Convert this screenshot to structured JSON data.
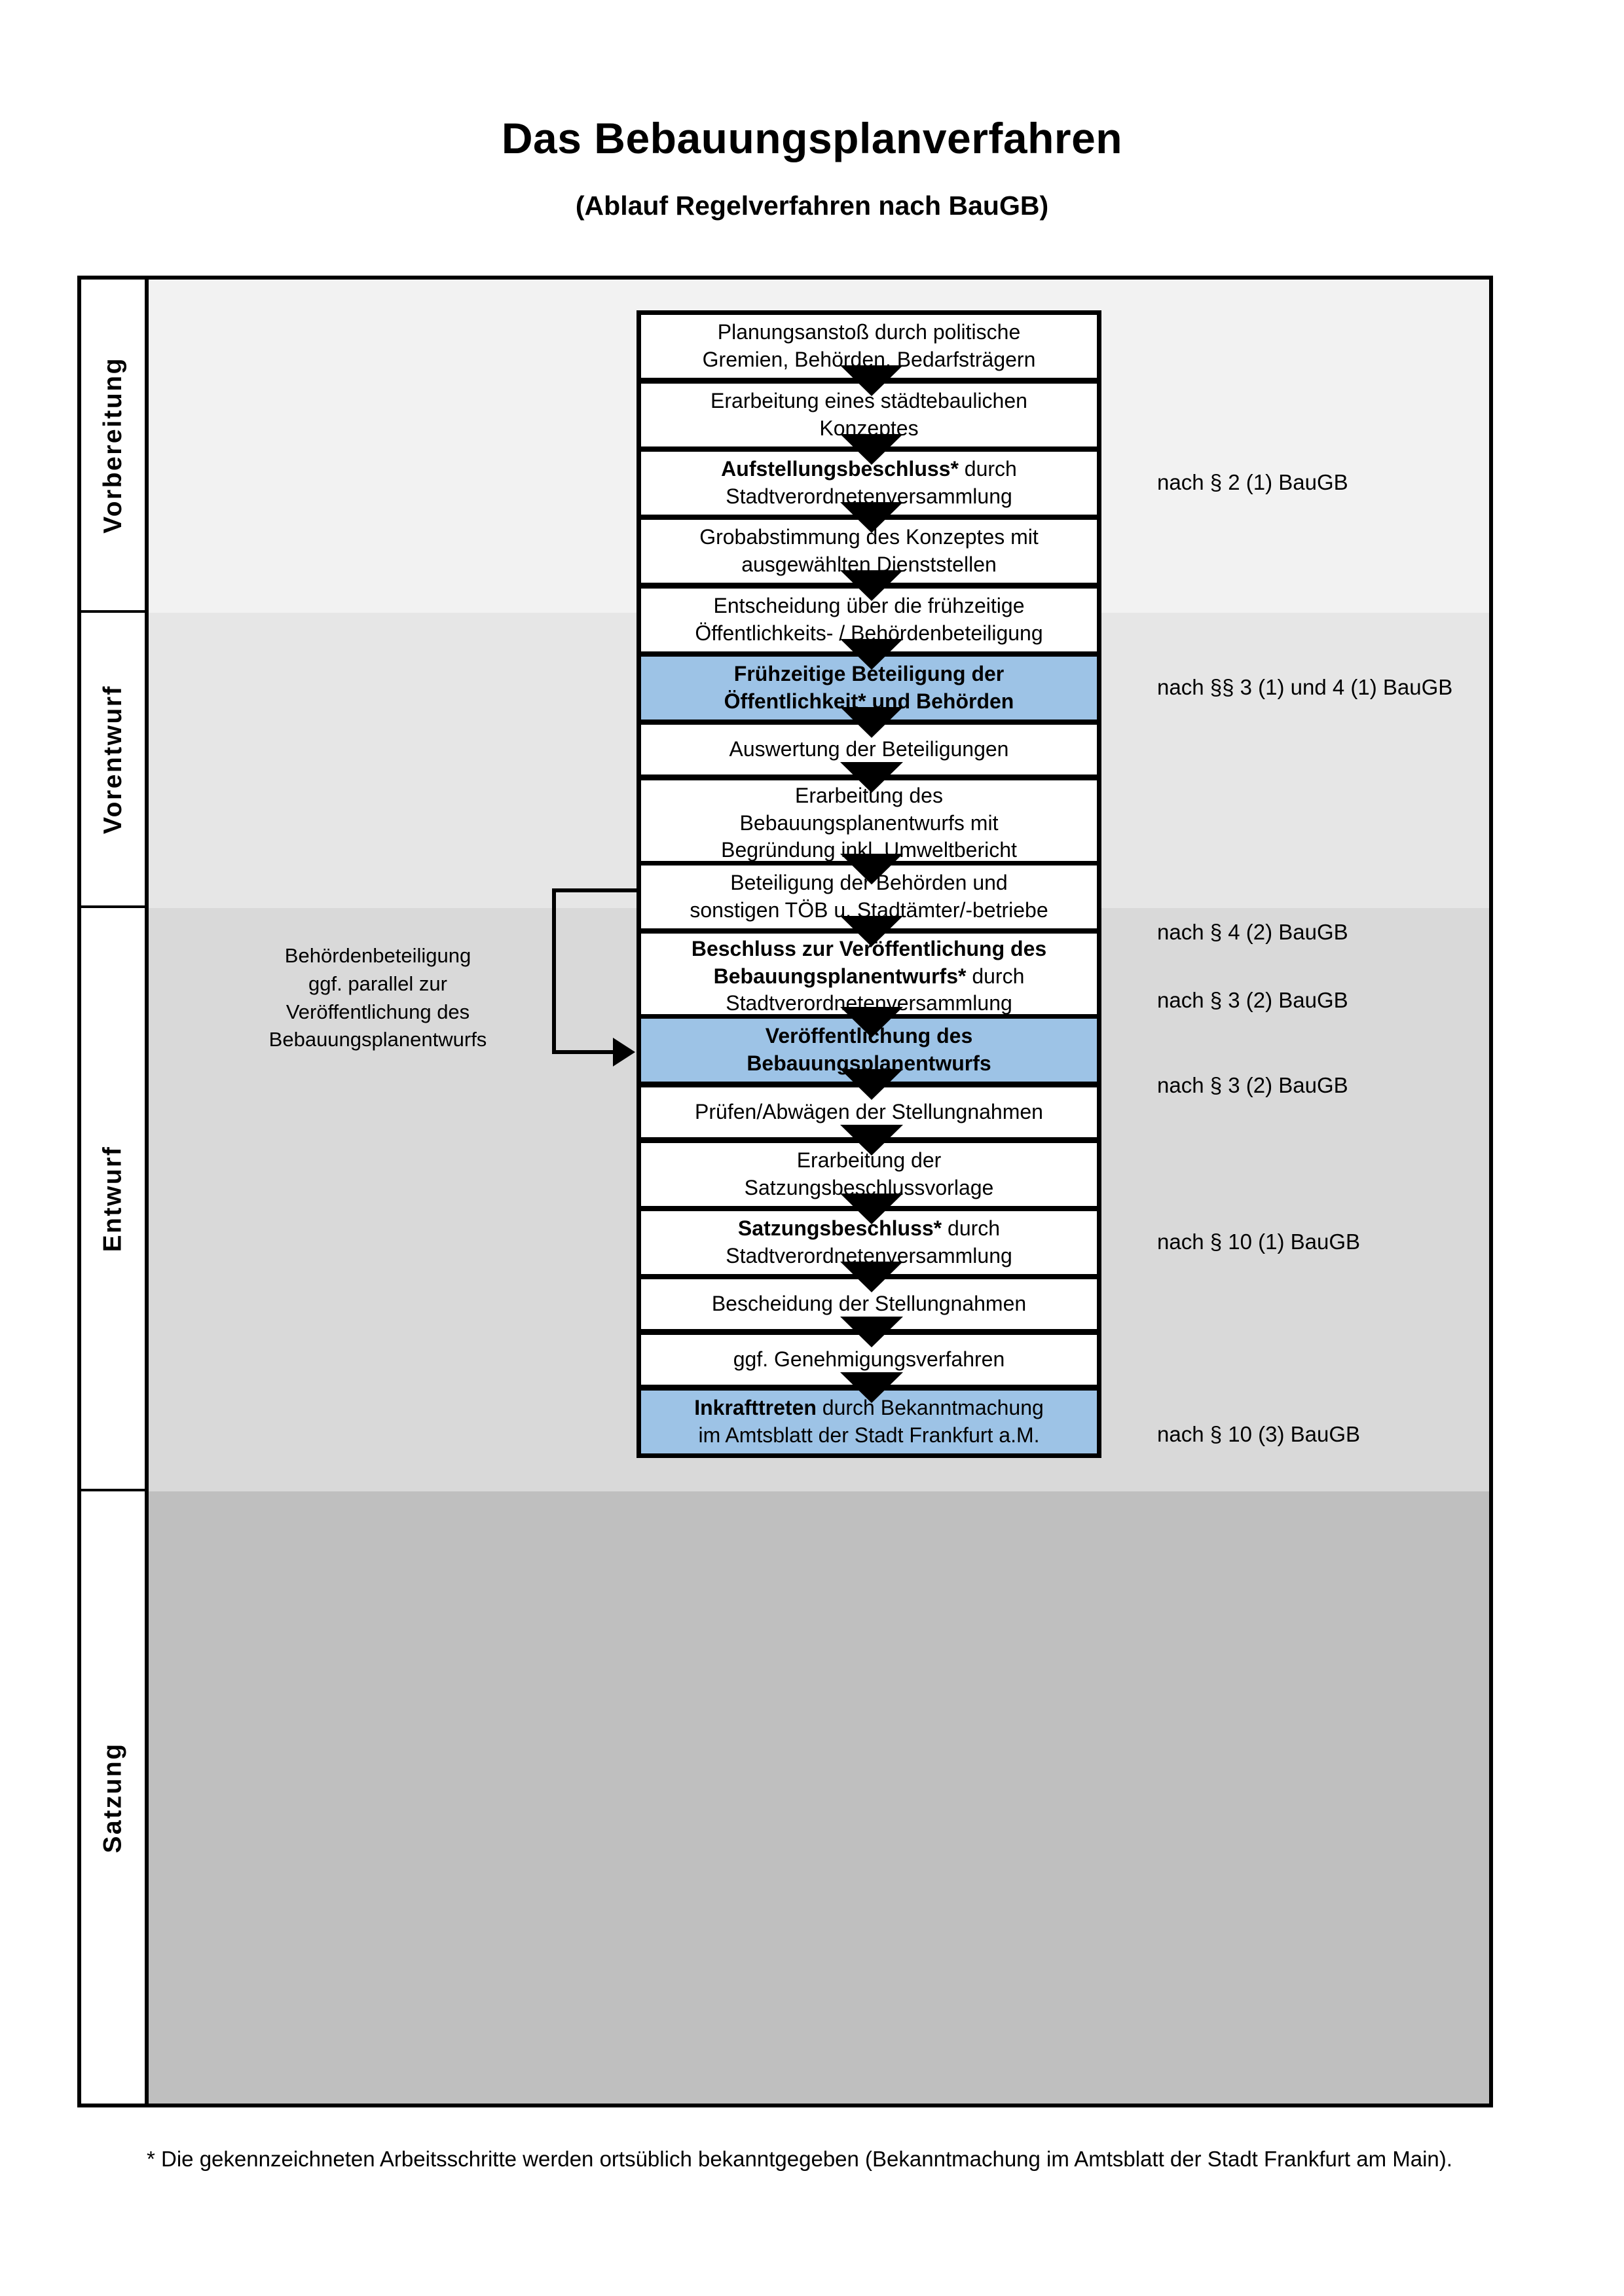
{
  "header": {
    "title": "Das Bebauungsplanverfahren",
    "subtitle": "(Ablauf Regelverfahren nach BauGB)"
  },
  "phases": [
    {
      "id": "vorbereitung",
      "label": "Vorbereitung",
      "band_color": "#f2f2f2"
    },
    {
      "id": "vorentwurf",
      "label": "Vorentwurf",
      "band_color": "#e6e6e6"
    },
    {
      "id": "entwurf",
      "label": "Entwurf",
      "band_color": "#d9d9d9"
    },
    {
      "id": "satzung",
      "label": "Satzung",
      "band_color": "#bfbfbf"
    }
  ],
  "steps": [
    {
      "id": "planungsanstoss",
      "phase": "vorbereitung",
      "lines": [
        "Planungsanstoß durch politische",
        "Gremien, Behörden, Bedarfsträgern"
      ],
      "bold_lead": "",
      "highlight": false
    },
    {
      "id": "staedtebauliches-konzept",
      "phase": "vorbereitung",
      "lines": [
        "Erarbeitung eines städtebaulichen",
        "Konzeptes"
      ],
      "bold_lead": "",
      "highlight": false
    },
    {
      "id": "aufstellungsbeschluss",
      "phase": "vorbereitung",
      "lines": [
        "Aufstellungsbeschluss* durch",
        "Stadtverordnetenversammlung"
      ],
      "bold_lead": "Aufstellungsbeschluss*",
      "highlight": false
    },
    {
      "id": "grobabstimmung",
      "phase": "vorentwurf",
      "lines": [
        "Grobabstimmung des Konzeptes mit",
        "ausgewählten Dienststellen"
      ],
      "bold_lead": "",
      "highlight": false
    },
    {
      "id": "entscheidung-fruehzeitig",
      "phase": "vorentwurf",
      "lines": [
        "Entscheidung über die frühzeitige",
        "Öffentlichkeits- / Behördenbeteiligung"
      ],
      "bold_lead": "",
      "highlight": false
    },
    {
      "id": "fruehzeitige-beteiligung",
      "phase": "vorentwurf",
      "lines": [
        "Frühzeitige Beteiligung der",
        "Öffentlichkeit* und Behörden"
      ],
      "bold_lead": "ALL",
      "highlight": true
    },
    {
      "id": "auswertung-beteiligungen",
      "phase": "entwurf",
      "lines": [
        "Auswertung der Beteiligungen"
      ],
      "bold_lead": "",
      "highlight": false
    },
    {
      "id": "erarbeitung-entwurf",
      "phase": "entwurf",
      "lines": [
        "Erarbeitung des",
        "Bebauungsplanentwurfs mit",
        "Begründung inkl. Umweltbericht"
      ],
      "bold_lead": "",
      "highlight": false
    },
    {
      "id": "beteiligung-behoerden",
      "phase": "entwurf",
      "lines": [
        "Beteiligung der Behörden und",
        "sonstigen TÖB u. Stadtämter/-betriebe"
      ],
      "bold_lead": "",
      "highlight": false
    },
    {
      "id": "beschluss-veroeffentlichung",
      "phase": "entwurf",
      "lines": [
        "Beschluss zur Veröffentlichung des",
        "Bebauungsplanentwurfs* durch",
        "Stadtverordnetenversammlung"
      ],
      "bold_lead": "Beschluss zur Veröffentlichung des Bebauungsplanentwurfs*",
      "highlight": false
    },
    {
      "id": "veroeffentlichung",
      "phase": "entwurf",
      "lines": [
        "Veröffentlichung des",
        "Bebauungsplanentwurfs"
      ],
      "bold_lead": "ALL",
      "highlight": true
    },
    {
      "id": "pruefen-abwaegen",
      "phase": "satzung",
      "lines": [
        "Prüfen/Abwägen der Stellungnahmen"
      ],
      "bold_lead": "",
      "highlight": false
    },
    {
      "id": "satzungsbeschlussvorlage",
      "phase": "satzung",
      "lines": [
        "Erarbeitung der",
        "Satzungsbeschlussvorlage"
      ],
      "bold_lead": "",
      "highlight": false
    },
    {
      "id": "satzungsbeschluss",
      "phase": "satzung",
      "lines": [
        "Satzungsbeschluss* durch",
        "Stadtverordnetenversammlung"
      ],
      "bold_lead": "Satzungsbeschluss*",
      "highlight": false
    },
    {
      "id": "bescheidung-stellungnahmen",
      "phase": "satzung",
      "lines": [
        "Bescheidung der Stellungnahmen"
      ],
      "bold_lead": "",
      "highlight": false
    },
    {
      "id": "genehmigungsverfahren",
      "phase": "satzung",
      "lines": [
        "ggf. Genehmigungsverfahren"
      ],
      "bold_lead": "",
      "highlight": false
    },
    {
      "id": "inkrafttreten",
      "phase": "satzung",
      "lines": [
        "Inkrafttreten durch Bekanntmachung",
        "im Amtsblatt der Stadt Frankfurt a.M."
      ],
      "bold_lead": "Inkrafttreten",
      "highlight": true
    }
  ],
  "legal_refs": [
    {
      "id": "ref-aufstellungsbeschluss",
      "text": "nach § 2 (1) BauGB"
    },
    {
      "id": "ref-fruehzeitige-beteiligung",
      "text": "nach §§ 3 (1) und 4 (1) BauGB"
    },
    {
      "id": "ref-beteiligung-behoerden",
      "text": "nach § 4 (2) BauGB"
    },
    {
      "id": "ref-beschluss-veroeffentlichung",
      "text": "nach § 3 (2) BauGB"
    },
    {
      "id": "ref-veroeffentlichung",
      "text": "nach § 3 (2) BauGB"
    },
    {
      "id": "ref-satzungsbeschluss",
      "text": "nach § 10 (1) BauGB"
    },
    {
      "id": "ref-inkrafttreten",
      "text": "nach § 10 (3) BauGB"
    }
  ],
  "side_note": {
    "lines": [
      "Behördenbeteiligung",
      "ggf. parallel zur",
      "Veröffentlichung des",
      "Bebauungsplanentwurfs"
    ]
  },
  "footnote": {
    "text": "* Die gekennzeichneten Arbeitsschritte werden ortsüblich bekanntgegeben (Bekanntmachung im Amtsblatt  der Stadt Frankfurt am Main)."
  },
  "colors": {
    "highlight_blue": "#9dc3e6",
    "band_vorbereitung": "#f2f2f2",
    "band_vorentwurf": "#e6e6e6",
    "band_entwurf": "#d9d9d9",
    "band_satzung": "#bfbfbf",
    "outline": "#000000"
  }
}
